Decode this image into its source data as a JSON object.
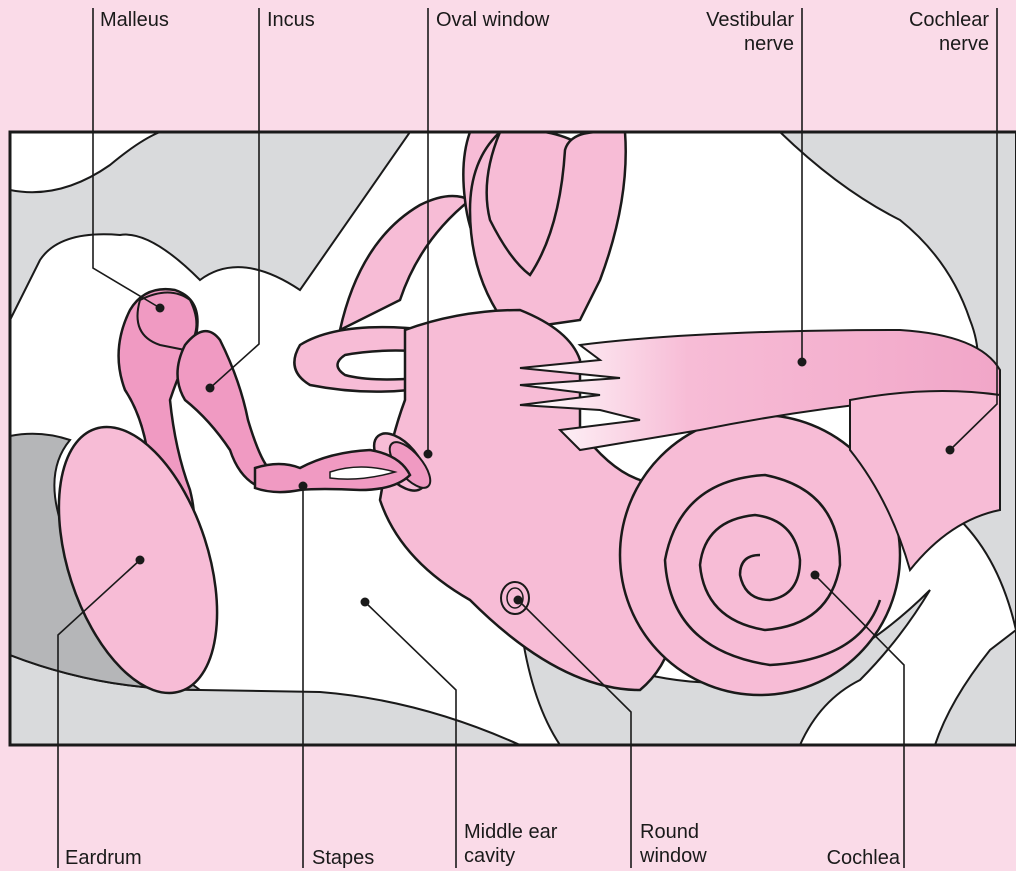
{
  "labels": {
    "malleus": "Malleus",
    "incus": "Incus",
    "oval_window": "Oval window",
    "vestibular_nerve_1": "Vestibular",
    "vestibular_nerve_2": "nerve",
    "cochlear_nerve_1": "Cochlear",
    "cochlear_nerve_2": "nerve",
    "eardrum": "Eardrum",
    "stapes": "Stapes",
    "middle_ear_cavity_1": "Middle ear",
    "middle_ear_cavity_2": "cavity",
    "round_window_1": "Round",
    "round_window_2": "window",
    "cochlea": "Cochlea"
  },
  "colors": {
    "background": "#fadbe8",
    "bone_gray": "#d9dadc",
    "dark_gray": "#b5b6b8",
    "ear_pink": "#f7bcd6",
    "ossicle_pink": "#f09ac2",
    "outline": "#1a1a1a"
  }
}
